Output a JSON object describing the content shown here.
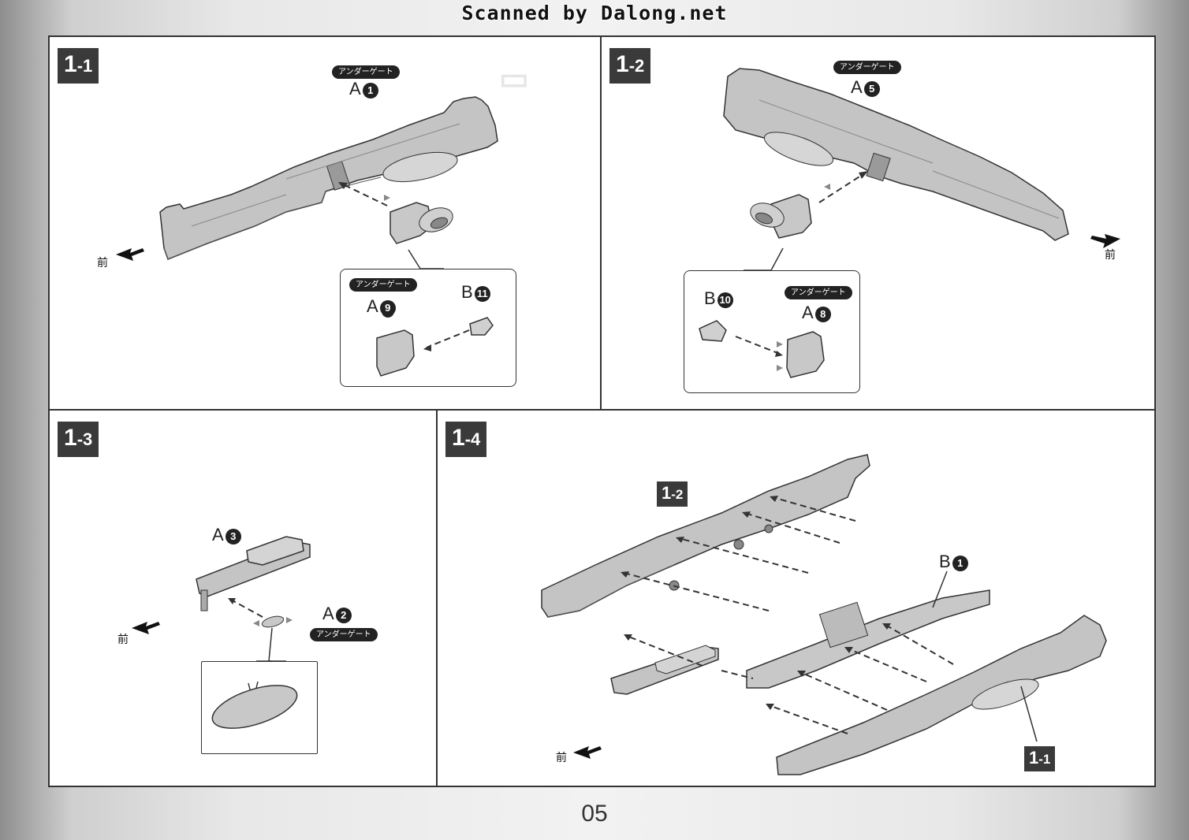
{
  "header": {
    "scan_credit": "Scanned by Dalong.net"
  },
  "page_number": "05",
  "labels": {
    "under_gate": "アンダーゲート",
    "front": "前"
  },
  "steps": [
    {
      "id": "1-1",
      "main": "1",
      "sub": "-1",
      "parts": [
        {
          "letter": "A",
          "number": "1",
          "gate": true
        },
        {
          "letter": "A",
          "number": "9",
          "gate": true,
          "underline": true
        },
        {
          "letter": "B",
          "number": "11",
          "gate": false
        }
      ]
    },
    {
      "id": "1-2",
      "main": "1",
      "sub": "-2",
      "parts": [
        {
          "letter": "A",
          "number": "5",
          "gate": true
        },
        {
          "letter": "B",
          "number": "10",
          "gate": false
        },
        {
          "letter": "A",
          "number": "8",
          "gate": true
        }
      ]
    },
    {
      "id": "1-3",
      "main": "1",
      "sub": "-3",
      "parts": [
        {
          "letter": "A",
          "number": "3",
          "gate": false
        },
        {
          "letter": "A",
          "number": "2",
          "gate": true
        }
      ]
    },
    {
      "id": "1-4",
      "main": "1",
      "sub": "-4",
      "parts": [
        {
          "letter": "B",
          "number": "1",
          "gate": false
        }
      ],
      "refs": [
        {
          "main": "1",
          "sub": "-2"
        },
        {
          "main": "1",
          "sub": "-1"
        }
      ]
    }
  ]
}
